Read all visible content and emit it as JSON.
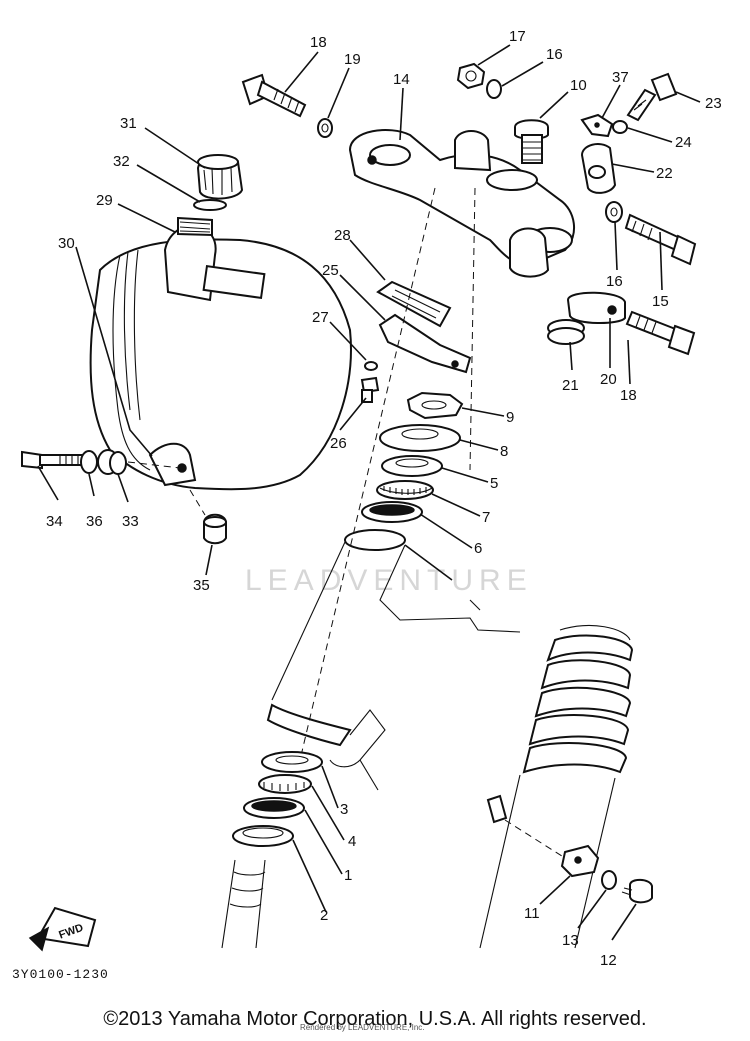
{
  "diagram": {
    "code": "3Y0100-1230",
    "fwd_label": "FWD",
    "watermark": "LEADVENTURE",
    "watermark_small": "Rendered by LEADVENTURE, Inc."
  },
  "callouts": [
    {
      "id": "c1",
      "text": "1"
    },
    {
      "id": "c2",
      "text": "2"
    },
    {
      "id": "c3",
      "text": "3"
    },
    {
      "id": "c4",
      "text": "4"
    },
    {
      "id": "c5",
      "text": "5"
    },
    {
      "id": "c6",
      "text": "6"
    },
    {
      "id": "c7",
      "text": "7"
    },
    {
      "id": "c8",
      "text": "8"
    },
    {
      "id": "c9",
      "text": "9"
    },
    {
      "id": "c10",
      "text": "10"
    },
    {
      "id": "c11",
      "text": "11"
    },
    {
      "id": "c12",
      "text": "12"
    },
    {
      "id": "c13",
      "text": "13"
    },
    {
      "id": "c14",
      "text": "14"
    },
    {
      "id": "c15",
      "text": "15"
    },
    {
      "id": "c16a",
      "text": "16"
    },
    {
      "id": "c16b",
      "text": "16"
    },
    {
      "id": "c17",
      "text": "17"
    },
    {
      "id": "c18a",
      "text": "18"
    },
    {
      "id": "c18b",
      "text": "18"
    },
    {
      "id": "c19",
      "text": "19"
    },
    {
      "id": "c20",
      "text": "20"
    },
    {
      "id": "c21",
      "text": "21"
    },
    {
      "id": "c22",
      "text": "22"
    },
    {
      "id": "c23",
      "text": "23"
    },
    {
      "id": "c24",
      "text": "24"
    },
    {
      "id": "c25",
      "text": "25"
    },
    {
      "id": "c26",
      "text": "26"
    },
    {
      "id": "c27",
      "text": "27"
    },
    {
      "id": "c28",
      "text": "28"
    },
    {
      "id": "c29",
      "text": "29"
    },
    {
      "id": "c30",
      "text": "30"
    },
    {
      "id": "c31",
      "text": "31"
    },
    {
      "id": "c32",
      "text": "32"
    },
    {
      "id": "c33",
      "text": "33"
    },
    {
      "id": "c34",
      "text": "34"
    },
    {
      "id": "c35",
      "text": "35"
    },
    {
      "id": "c36",
      "text": "36"
    },
    {
      "id": "c37",
      "text": "37"
    }
  ],
  "footer": {
    "copyright": "©2013 Yamaha Motor Corporation, U.S.A. All rights reserved."
  }
}
